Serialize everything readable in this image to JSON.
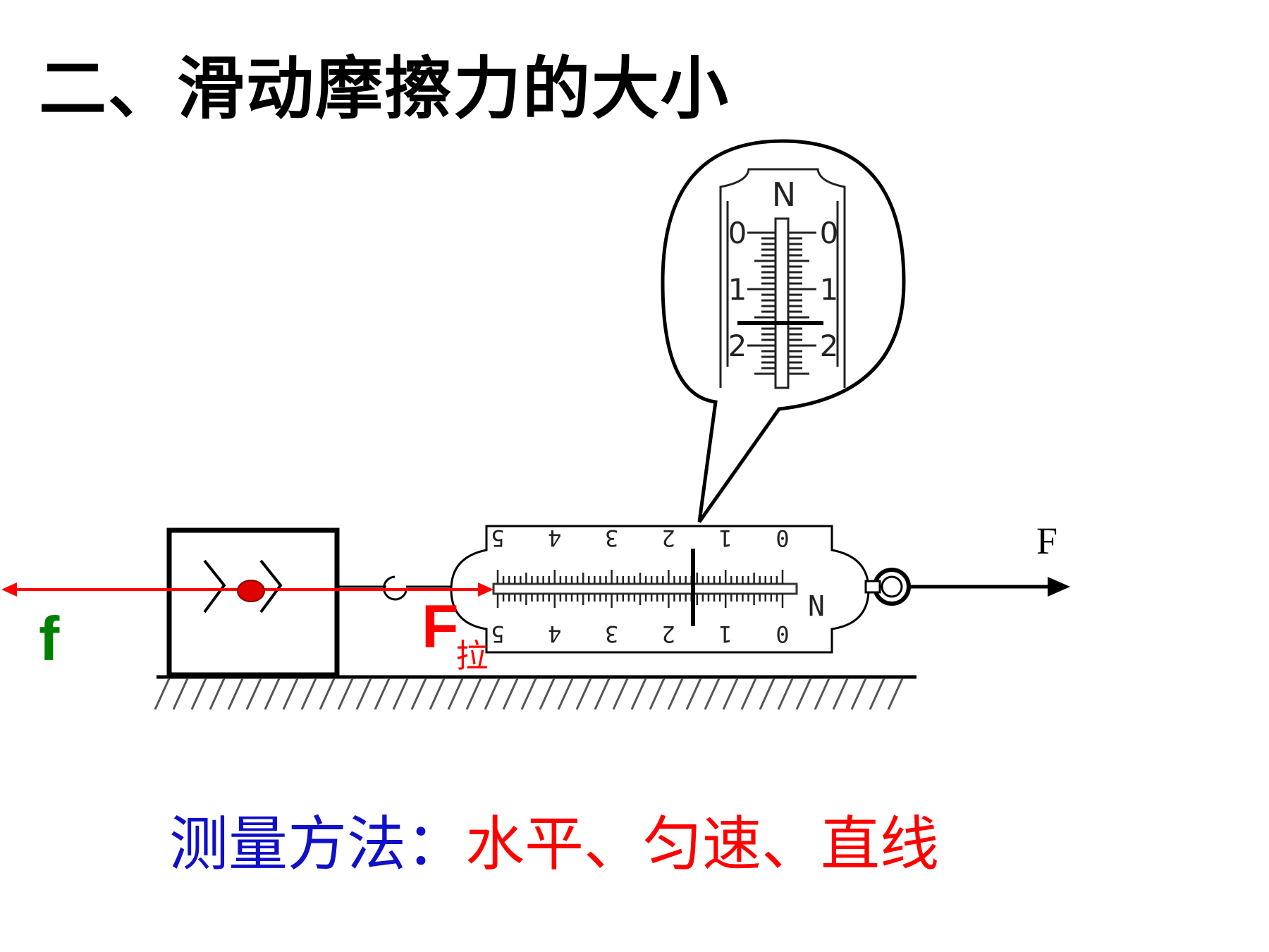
{
  "title": "二、滑动摩擦力的大小",
  "diagram": {
    "force_labels": {
      "friction": "f",
      "pull_main": "F",
      "pull_sub": "拉",
      "applied": "F"
    },
    "zoom_unit": "N",
    "zoom_ticks": [
      "0",
      "1",
      "2"
    ],
    "scale_unit": "N",
    "scale_ticks": [
      "5",
      "4",
      "3",
      "2",
      "1",
      "0"
    ],
    "colors": {
      "friction": "#008000",
      "force_arrow": "#ff0000",
      "caption_lead": "#1010c8",
      "caption_method": "#ff0000"
    }
  },
  "caption": {
    "lead": "测量方法：",
    "method": "水平、匀速、直线"
  }
}
